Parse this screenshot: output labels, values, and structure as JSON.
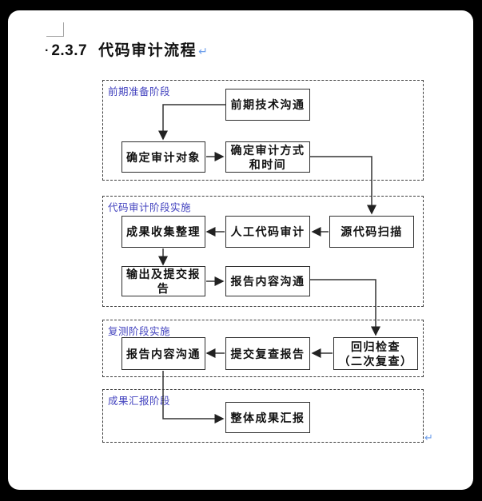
{
  "document": {
    "heading": {
      "bullet": "·",
      "number": "2.3.7",
      "title": "代码审计流程",
      "paragraph_mark": "↵"
    },
    "end_paragraph_mark": "↵"
  },
  "flowchart": {
    "sections": [
      {
        "label": "前期准备阶段",
        "boxes": [
          {
            "label": "前期技术沟通"
          },
          {
            "label": "确定审计对象"
          },
          {
            "label": "确定审计方式\n和时间"
          }
        ]
      },
      {
        "label": "代码审计阶段实施",
        "boxes": [
          {
            "label": "成果收集整理"
          },
          {
            "label": "人工代码审计"
          },
          {
            "label": "源代码扫描"
          },
          {
            "label": "输出及提交报\n告"
          },
          {
            "label": "报告内容沟通"
          }
        ]
      },
      {
        "label": "复测阶段实施",
        "boxes": [
          {
            "label": "报告内容沟通"
          },
          {
            "label": "提交复查报告"
          },
          {
            "label": "回归检查\n（二次复查）"
          }
        ]
      },
      {
        "label": "成果汇报阶段",
        "boxes": [
          {
            "label": "整体成果汇报"
          }
        ]
      }
    ]
  },
  "colors": {
    "frame": "#000000",
    "section_label": "#4343bf",
    "paragraph_mark": "#6d9eeb",
    "box_border": "#2e2e2e",
    "connector": "#333333"
  }
}
